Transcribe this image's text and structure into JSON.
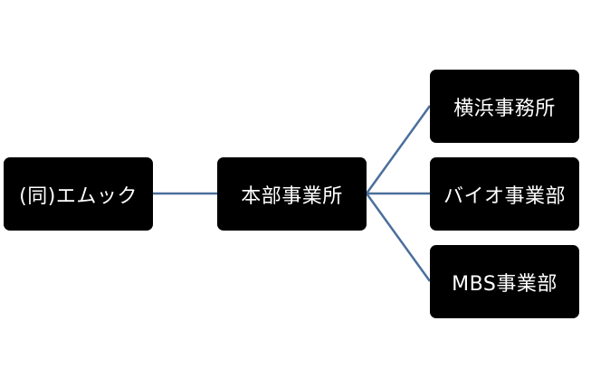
{
  "diagram": {
    "line_color": "#4a6f9c",
    "node_color": "#000000",
    "text_color": "#ffffff",
    "nodes": {
      "root": {
        "label": "(同)エムック"
      },
      "headquarters": {
        "label": "本部事業所"
      },
      "yokohama": {
        "label": "横浜事務所"
      },
      "bio": {
        "label": "バイオ事業部"
      },
      "mbs": {
        "label": "MBS事業部"
      }
    },
    "edges": [
      {
        "from": "root",
        "to": "headquarters"
      },
      {
        "from": "headquarters",
        "to": "yokohama"
      },
      {
        "from": "headquarters",
        "to": "bio"
      },
      {
        "from": "headquarters",
        "to": "mbs"
      }
    ]
  }
}
